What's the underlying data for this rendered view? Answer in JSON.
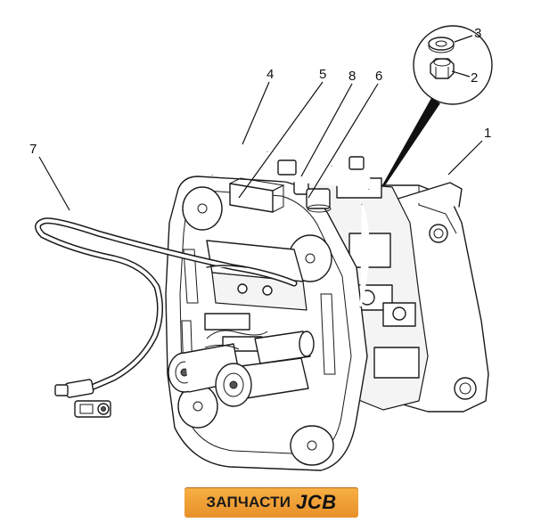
{
  "callouts": [
    {
      "id": "c1",
      "text": "1"
    },
    {
      "id": "c2",
      "text": "2"
    },
    {
      "id": "c3",
      "text": "3"
    },
    {
      "id": "c4",
      "text": "4"
    },
    {
      "id": "c5",
      "text": "5"
    },
    {
      "id": "c6",
      "text": "6"
    },
    {
      "id": "c7",
      "text": "7"
    },
    {
      "id": "c8",
      "text": "8"
    }
  ],
  "watermark": {
    "label": "ЗАПЧАСТИ",
    "brand": "JCB",
    "colors": {
      "badge": "#f0a038",
      "text": "#1a1a1a"
    }
  }
}
